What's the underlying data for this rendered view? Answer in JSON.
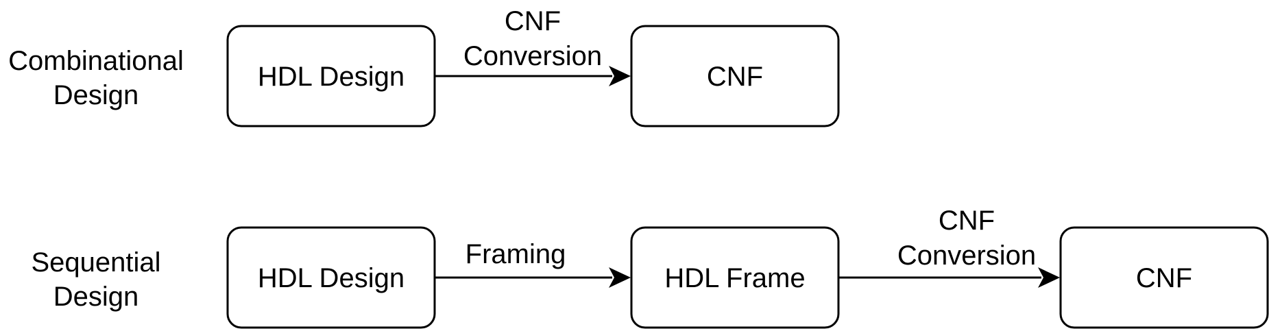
{
  "rows": [
    {
      "label_lines": [
        "Combinational",
        "Design"
      ],
      "nodes": [
        {
          "label": "HDL Design"
        },
        {
          "label": "CNF"
        }
      ],
      "edges": [
        {
          "label_lines": [
            "CNF",
            "Conversion"
          ]
        }
      ]
    },
    {
      "label_lines": [
        "Sequential",
        "Design"
      ],
      "nodes": [
        {
          "label": "HDL Design"
        },
        {
          "label": "HDL Frame"
        },
        {
          "label": "CNF"
        }
      ],
      "edges": [
        {
          "label_lines": [
            "Framing"
          ]
        },
        {
          "label_lines": [
            "CNF",
            "Conversion"
          ]
        }
      ]
    }
  ],
  "colors": {
    "stroke": "#000000",
    "box_fill": "#ffffff",
    "background": "#ffffff"
  }
}
